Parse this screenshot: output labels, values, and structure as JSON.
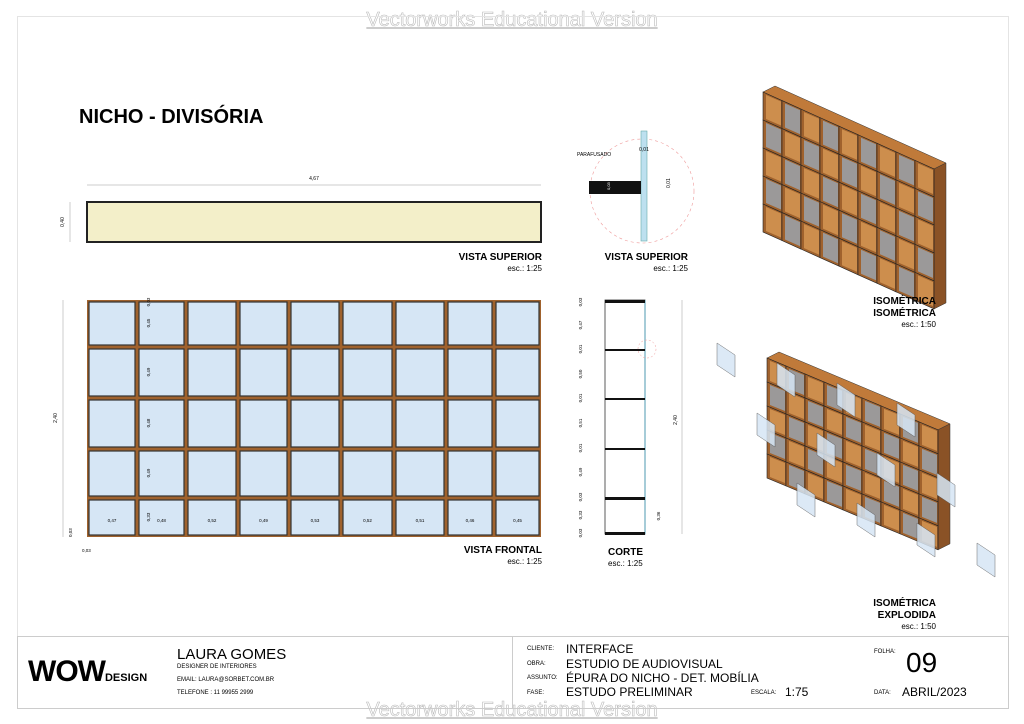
{
  "watermark": "Vectorworks Educational Version",
  "title": "NICHO - DIVISÓRIA",
  "views": {
    "top": {
      "label": "VISTA SUPERIOR",
      "scale": "esc.: 1:25",
      "width": "4,67",
      "height": "0,40"
    },
    "detail": {
      "label": "VISTA SUPERIOR",
      "scale": "esc.: 1:25",
      "note": "PARAFUSADO",
      "dim1": "0,01",
      "dim2": "0,01",
      "dim3": "0,03"
    },
    "front": {
      "label": "VISTA FRONTAL",
      "scale": "esc.: 1:25",
      "height": "2,40",
      "bottom_offset": "0,03",
      "side": "0,03",
      "col_widths": [
        "0,47",
        "0,48",
        "0,52",
        "0,49",
        "0,53",
        "0,52",
        "0,51",
        "0,46",
        "0,45"
      ],
      "row_heights": [
        "0,03",
        "0,45",
        "0,49",
        "0,48",
        "0,49",
        "0,33"
      ]
    },
    "section": {
      "label": "CORTE",
      "scale": "esc.: 1:25",
      "height": "2,40",
      "base": "0,36",
      "dims": [
        "0,03",
        "0,47",
        "0,01",
        "0,50",
        "0,01",
        "0,51",
        "0,01",
        "0,49",
        "0,03",
        "0,33",
        "0,03"
      ]
    },
    "iso": {
      "label1": "ISOMÉTRICA",
      "label2": "ISOMÉTRICA",
      "scale": "esc.: 1:50"
    },
    "iso_exploded": {
      "label1": "ISOMÉTRICA",
      "label2": "EXPLODIDA",
      "scale": "esc.: 1:50"
    }
  },
  "colors": {
    "wood": "#a0622d",
    "glass": "#d6e6f5",
    "top": "#f3efc9"
  },
  "title_block": {
    "logo_main": "WOW",
    "logo_sub": "DESIGN",
    "designer": "LAURA GOMES",
    "role": "DESIGNER DE INTERIORES",
    "email": "EMAIL: LAURA@SORBET.COM.BR",
    "phone": "TELEFONE : 11 99955 2999",
    "cliente_label": "CLIENTE:",
    "cliente": "INTERFACE",
    "obra_label": "OBRA:",
    "obra": "ESTUDIO DE AUDIOVISUAL",
    "assunto_label": "ASSUNTO:",
    "assunto": "ÉPURA DO NICHO - DET. MOBÍLIA",
    "fase_label": "FASE:",
    "fase": "ESTUDO PRELIMINAR",
    "escala_label": "ESCALA:",
    "escala": "1:75",
    "folha_label": "FOLHA:",
    "folha": "09",
    "data_label": "DATA:",
    "data": "ABRIL/2023"
  }
}
